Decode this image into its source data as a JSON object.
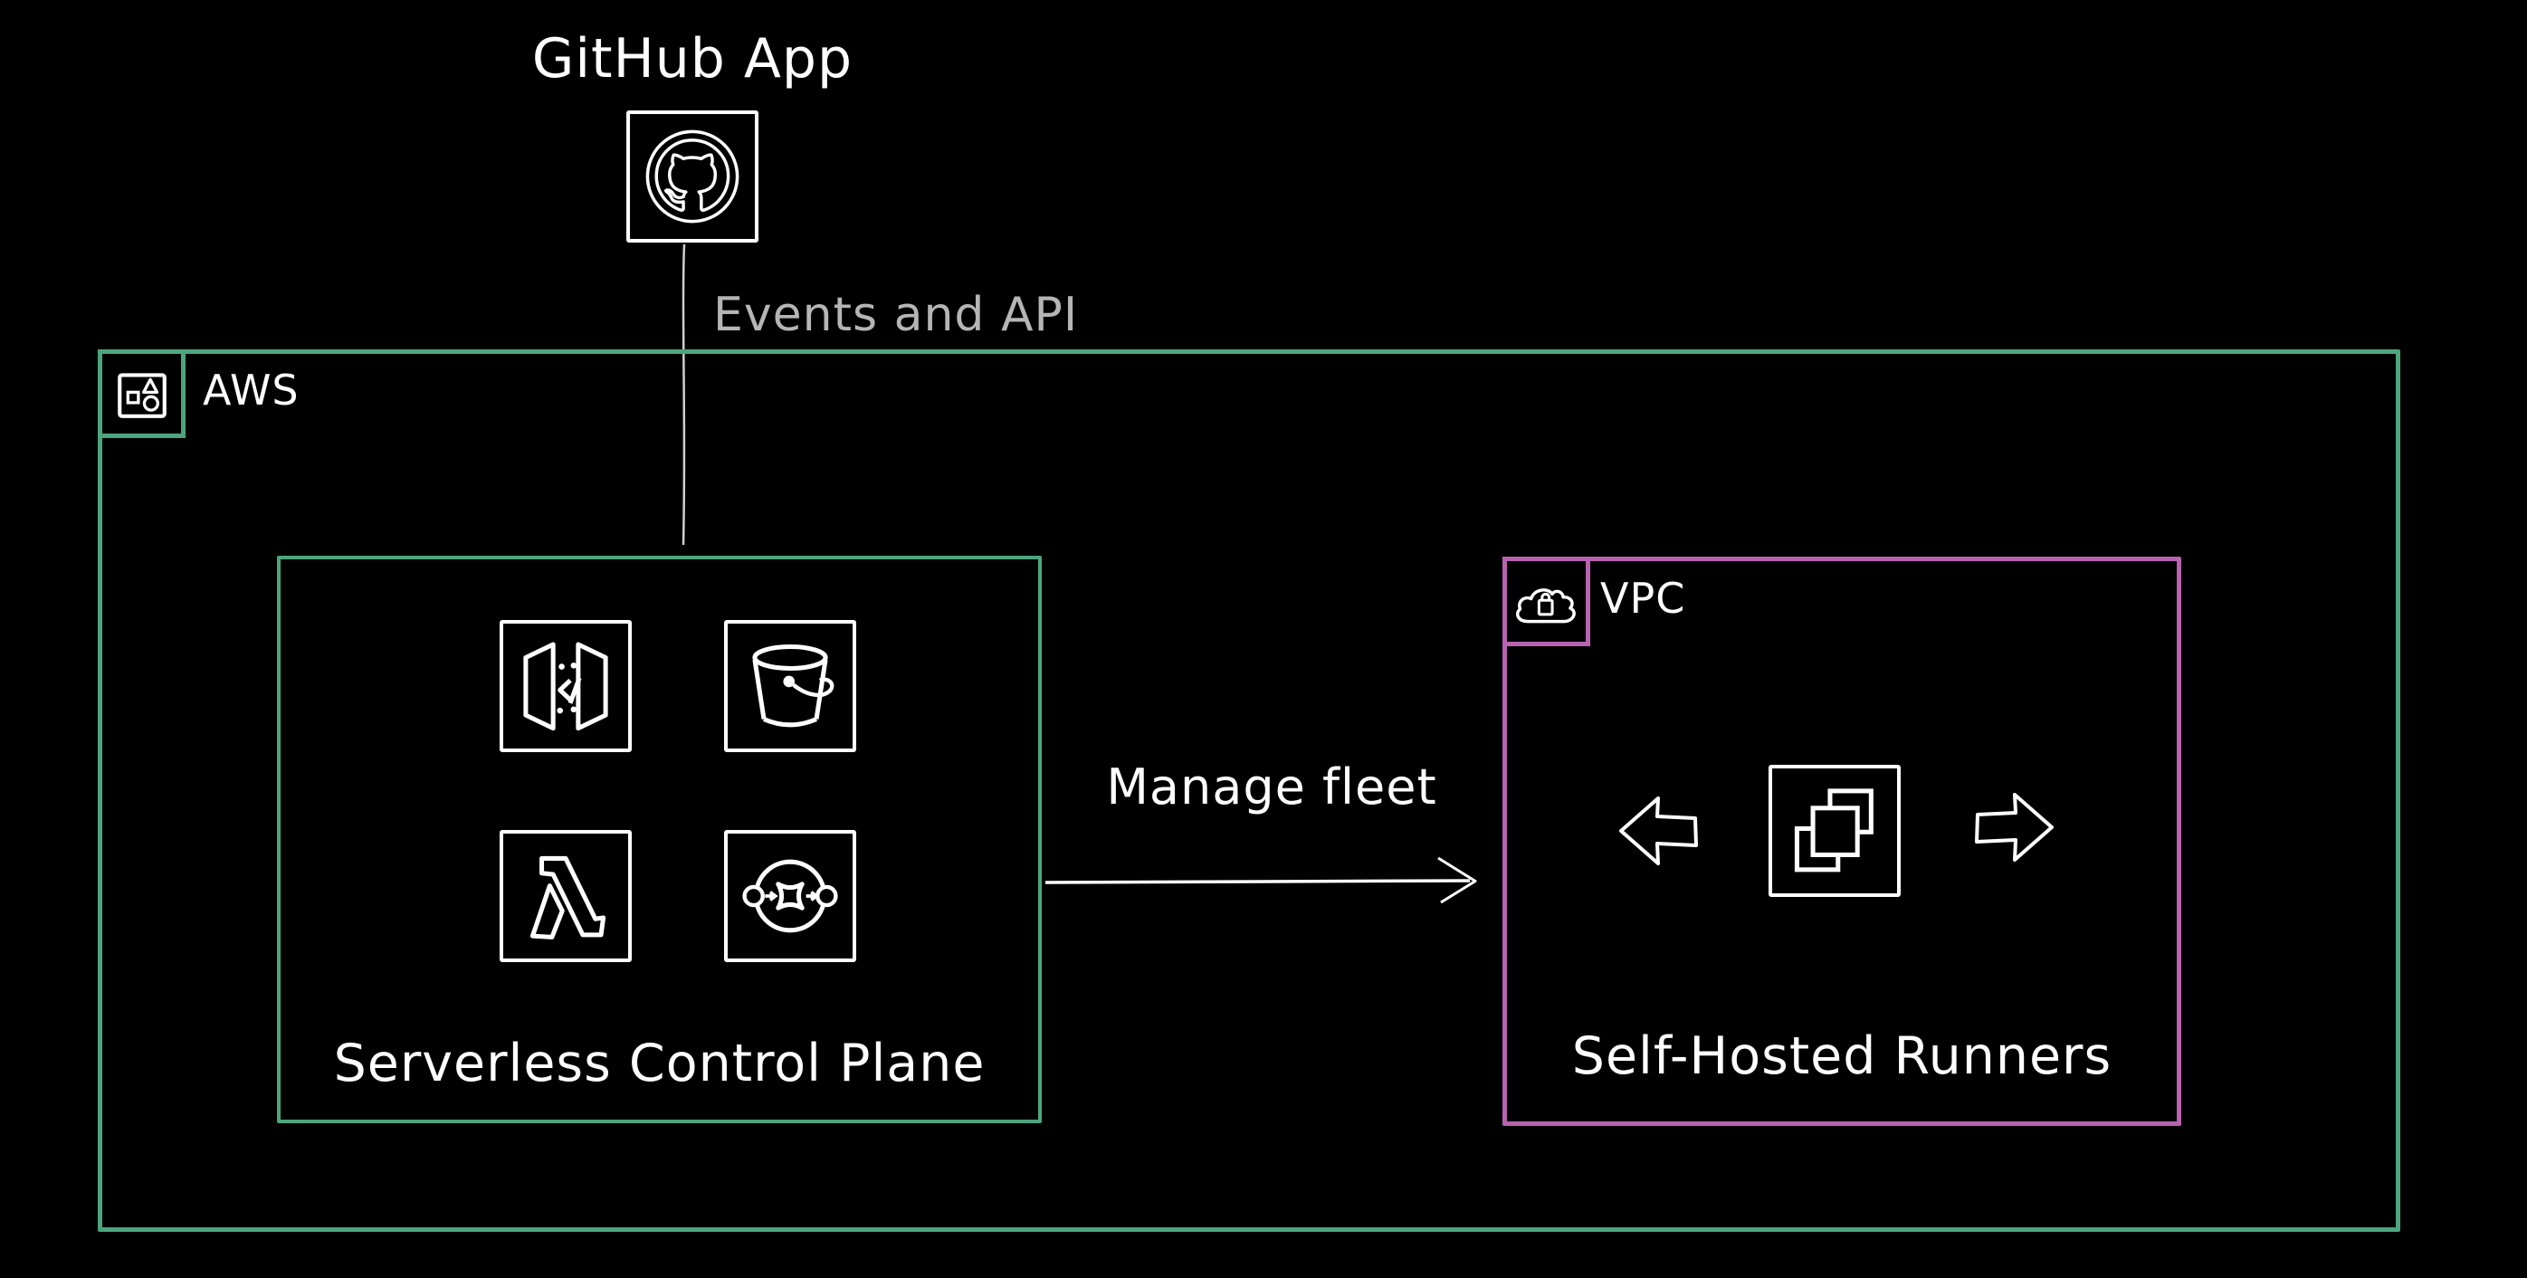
{
  "colors": {
    "background": "#000000",
    "foreground": "#ffffff",
    "accent_green": "#4da57e",
    "accent_purple": "#b763b0",
    "muted_text": "#b5b5b5",
    "connector_gray": "#cfcfcf"
  },
  "github": {
    "title": "GitHub App",
    "icon": "github-octocat-icon"
  },
  "connections": [
    {
      "label": "Events and API",
      "from": "GitHub App",
      "to": "Serverless Control Plane",
      "style": "plain-line"
    },
    {
      "label": "Manage fleet",
      "from": "Serverless Control Plane",
      "to": "Self-Hosted Runners",
      "style": "arrow-right"
    }
  ],
  "aws": {
    "label": "AWS",
    "icon": "aws-resources-icon"
  },
  "serverless_control_plane": {
    "caption": "Serverless Control Plane",
    "icons": [
      "api-gateway-icon",
      "s3-bucket-icon",
      "lambda-icon",
      "step-functions-icon"
    ]
  },
  "vpc": {
    "label": "VPC",
    "icon": "cloud-lock-icon",
    "caption": "Self-Hosted Runners",
    "icons": [
      "block-arrow-left-icon",
      "ec2-instances-icon",
      "block-arrow-right-icon"
    ]
  }
}
